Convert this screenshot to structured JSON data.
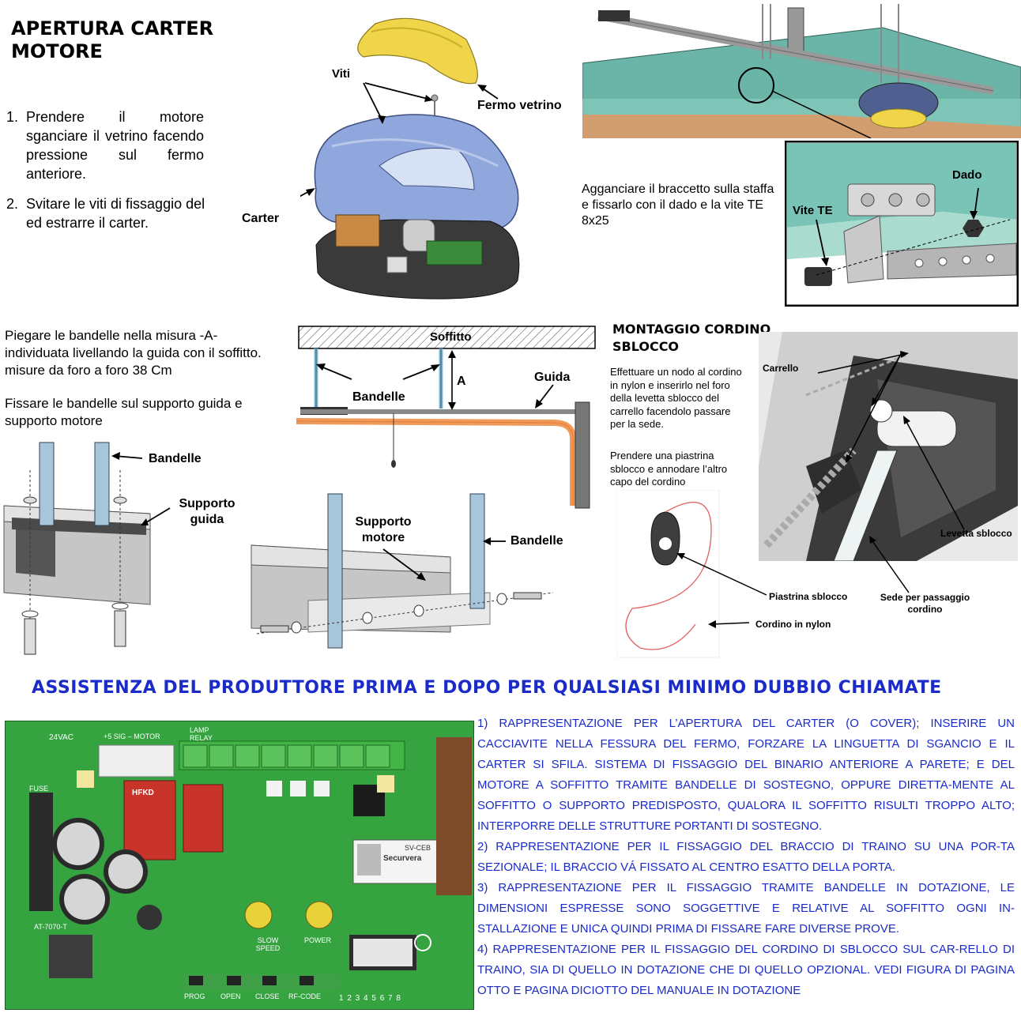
{
  "section1": {
    "title_line1": "APERTURA CARTER",
    "title_line2": "MOTORE",
    "step1_num": "1.",
    "step1_text": "Prendere il motore sganciare il vetrino facendo pressione sul fermo anteriore.",
    "step2_num": "2.",
    "step2_text": "Svitare le viti di fissaggio del ed estrarre il carter.",
    "label_viti": "Viti",
    "label_fermo": "Fermo vetrino",
    "label_carter": "Carter"
  },
  "section2": {
    "instruction": "Agganciare il braccetto sulla staffa e fissarlo con il dado e la vite TE 8x25",
    "label_dado": "Dado",
    "label_vite": "Vite TE"
  },
  "section3": {
    "text1": "Piegare le bandelle nella misura -A- individuata livellando la guida con il soffitto. misure da foro a foro 38 Cm",
    "text2": "Fissare le bandelle sul supporto guida e supporto motore",
    "label_soffitto": "Soffitto",
    "label_a": "A",
    "label_guida": "Guida",
    "label_bandelle": "Bandelle",
    "label_bandelle2": "Bandelle",
    "label_supporto_guida": "Supporto guida",
    "label_supporto_motore": "Supporto motore",
    "label_bandelle3": "Bandelle"
  },
  "section4": {
    "title_line1": "MONTAGGIO CORDINO",
    "title_line2": "SBLOCCO",
    "text1": "Effettuare un nodo al cordino in nylon e inserirlo nel foro della levetta sblocco del carrello facendolo passare per la sede.",
    "text2": "Prendere una piastrina sblocco e annodare l’altro capo del cordino",
    "label_carrello": "Carrello",
    "label_levetta": "Levetta sblocco",
    "label_piastrina": "Piastrina sblocco",
    "label_sede": "Sede per passaggio cordino",
    "label_cordino": "Cordino in nylon"
  },
  "banner": "ASSISTENZA DEL PRODUTTORE PRIMA E DOPO PER QUALSIASI MINIMO DUBBIO CHIAMATE",
  "board": {
    "labels": [
      "24VAC",
      "+5 SIG – MOTOR",
      "LAMP RELAY",
      "FUSE",
      "HFKD",
      "AT-7070-T",
      "SLOW SPEED",
      "POWER",
      "PROG",
      "OPEN",
      "CLOSE",
      "RF-CODE",
      "Securvera",
      "SV-CEB",
      "1 2 3 4 5 6 7 8"
    ]
  },
  "notes": {
    "p1": "1) RAPPRESENTAZIONE PER L’APERTURA DEL CARTER (O COVER); INSERIRE UN CACCIAVITE NELLA FESSURA DEL FERMO, FORZARE LA LINGUETTA DI SGANCIO E IL CARTER SI SFILA. SISTEMA DI FISSAGGIO DEL BINARIO ANTERIORE A PARETE; E DEL MOTORE A SOFFITTO TRAMITE BANDELLE DI SOSTEGNO, OPPURE DIRETTA-MENTE AL SOFFITTO O SUPPORTO PREDISPOSTO, QUALORA IL SOFFITTO RISULTI TROPPO ALTO; INTERPORRE DELLE STRUTTURE PORTANTI DI SOSTEGNO.",
    "p2": "2) RAPPRESENTAZIONE PER IL FISSAGGIO DEL BRACCIO DI TRAINO SU UNA POR-TA SEZIONALE; IL BRACCIO VÁ FISSATO AL CENTRO ESATTO DELLA PORTA.",
    "p3": "3) RAPPRESENTAZIONE PER IL FISSAGGIO TRAMITE BANDELLE IN DOTAZIONE, LE DIMENSIONI ESPRESSE SONO SOGGETTIVE E RELATIVE AL SOFFITTO OGNI IN-STALLAZIONE E UNICA QUINDI PRIMA DI FISSARE FARE DIVERSE PROVE.",
    "p4": "4) RAPPRESENTAZIONE PER IL FISSAGGIO DEL CORDINO DI SBLOCCO SUL CAR-RELLO DI TRAINO, SIA DI QUELLO IN DOTAZIONE CHE DI QUELLO OPZIONAL. VEDI FIGURA DI PAGINA OTTO E PAGINA DICIOTTO DEL MANUALE IN DOTAZIONE"
  }
}
